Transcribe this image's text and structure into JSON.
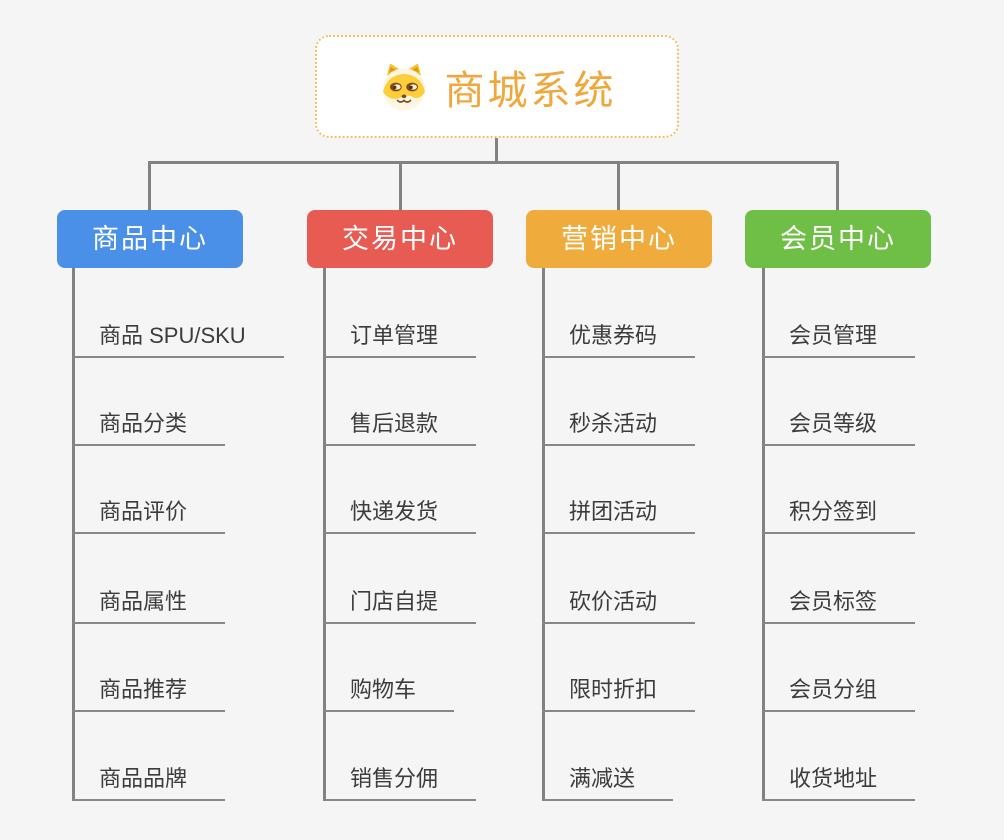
{
  "page": {
    "background_color": "#f5f5f5",
    "connector_color": "#828282"
  },
  "root": {
    "title": "商城系统",
    "icon": "dog-face-icon",
    "text_color": "#f0a73c",
    "border_color": "#f4be62"
  },
  "branches": [
    {
      "label": "商品中心",
      "color": "#4b90e8",
      "children": [
        "商品 SPU/SKU",
        "商品分类",
        "商品评价",
        "商品属性",
        "商品推荐",
        "商品品牌"
      ]
    },
    {
      "label": "交易中心",
      "color": "#e85b53",
      "children": [
        "订单管理",
        "售后退款",
        "快递发货",
        "门店自提",
        "购物车",
        "销售分佣"
      ]
    },
    {
      "label": "营销中心",
      "color": "#efac3d",
      "children": [
        "优惠券码",
        "秒杀活动",
        "拼团活动",
        "砍价活动",
        "限时折扣",
        "满减送"
      ]
    },
    {
      "label": "会员中心",
      "color": "#6fbe45",
      "children": [
        "会员管理",
        "会员等级",
        "积分签到",
        "会员标签",
        "会员分组",
        "收货地址"
      ]
    }
  ]
}
